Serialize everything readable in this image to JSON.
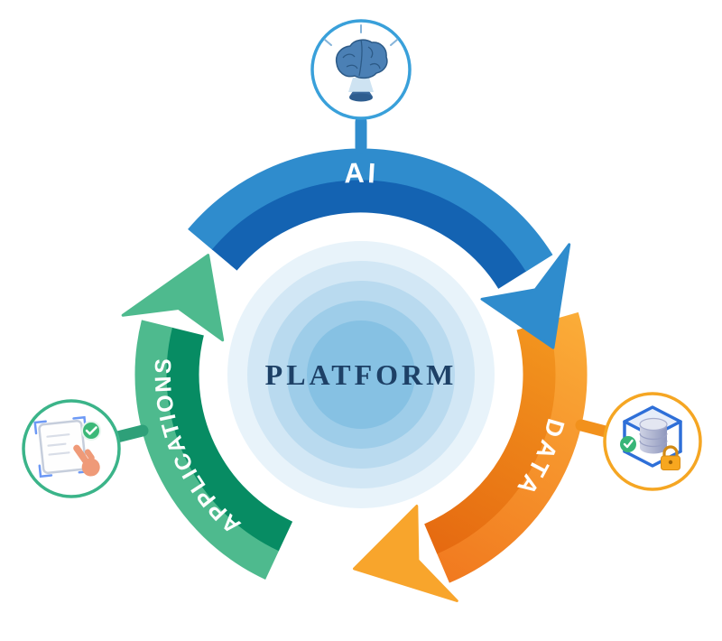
{
  "diagram": {
    "center_label": "PLATFORM",
    "segments": [
      {
        "name": "ai",
        "label": "AI",
        "color": "#2f8ccd",
        "color_dark": "#1463b2",
        "badge_border": "#39a0da",
        "icon": "brain-icon"
      },
      {
        "name": "data",
        "label": "DATA",
        "color": "#f8a41f",
        "color_dark": "#ee7f15",
        "badge_border": "#f5a623",
        "icon": "database-lock-icon"
      },
      {
        "name": "applications",
        "label": "APPLICATIONS",
        "color": "#4eba8e",
        "color_dark": "#078c63",
        "badge_border": "#3bb489",
        "icon": "touch-app-icon"
      }
    ],
    "colors": {
      "background": "#ffffff",
      "center_rings": [
        "#e8f3fa",
        "#d2e7f5",
        "#b9daef",
        "#9ecde9",
        "#86c1e3"
      ],
      "center_text": "#1d4066",
      "orange_gradient": [
        "#fbae39",
        "#f0751d"
      ],
      "orange_gradient_dark": [
        "#f49a20",
        "#e4650f"
      ]
    }
  }
}
